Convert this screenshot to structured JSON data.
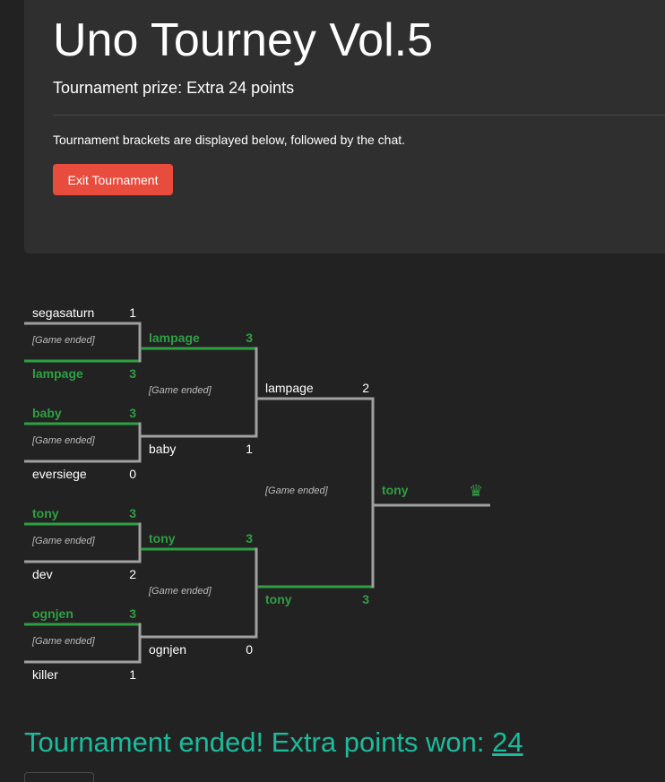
{
  "header": {
    "title": "Uno Tourney Vol.5",
    "prize": "Tournament prize: Extra 24 points",
    "description": "Tournament brackets are displayed below, followed by the chat.",
    "exit_label": "Exit Tournament"
  },
  "colors": {
    "win": "#2ea043",
    "lose": "#ffffff",
    "button": "#e74c3c",
    "footer": "#1abc9c",
    "line_gray": "#a0a0a0"
  },
  "ended_label": "[Game ended]",
  "bracket": {
    "round1": [
      {
        "p1": {
          "name": "segasaturn",
          "score": "1",
          "won": false
        },
        "p2": {
          "name": "lampage",
          "score": "3",
          "won": true
        }
      },
      {
        "p1": {
          "name": "baby",
          "score": "3",
          "won": true
        },
        "p2": {
          "name": "eversiege",
          "score": "0",
          "won": false
        }
      },
      {
        "p1": {
          "name": "tony",
          "score": "3",
          "won": true
        },
        "p2": {
          "name": "dev",
          "score": "2",
          "won": false
        }
      },
      {
        "p1": {
          "name": "ognjen",
          "score": "3",
          "won": true
        },
        "p2": {
          "name": "killer",
          "score": "1",
          "won": false
        }
      }
    ],
    "round2": [
      {
        "p1": {
          "name": "lampage",
          "score": "3",
          "won": true
        },
        "p2": {
          "name": "baby",
          "score": "1",
          "won": false
        }
      },
      {
        "p1": {
          "name": "tony",
          "score": "3",
          "won": true
        },
        "p2": {
          "name": "ognjen",
          "score": "0",
          "won": false
        }
      }
    ],
    "round3": [
      {
        "p1": {
          "name": "lampage",
          "score": "2",
          "won": false
        },
        "p2": {
          "name": "tony",
          "score": "3",
          "won": true
        }
      }
    ],
    "champion": {
      "name": "tony",
      "icon": "crown-icon"
    }
  },
  "footer": {
    "prefix": "Tournament ended! Extra points won: ",
    "points": "24"
  }
}
